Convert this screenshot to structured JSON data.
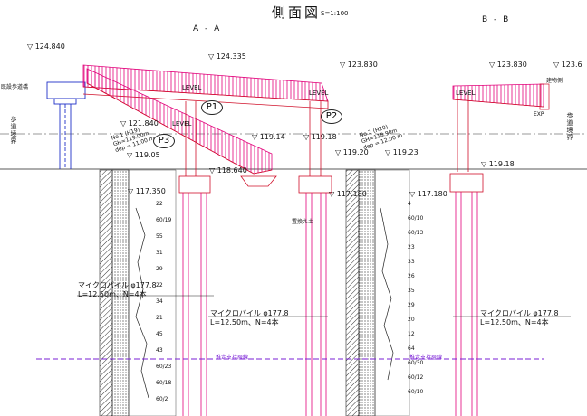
{
  "title": "側面図",
  "scale": "S=1:100",
  "sections": {
    "left": "A - A",
    "right": "B - B"
  },
  "levels": {
    "l1": "124.840",
    "l2": "124.335",
    "l3": "123.830",
    "l4": "123.830",
    "l5": "123.6",
    "l6": "121.840",
    "l7": "119.05",
    "l8": "118.640",
    "l9": "119.14",
    "l10": "119.18",
    "l11": "119.20",
    "l12": "119.23",
    "l13": "119.18",
    "l14": "117.350",
    "l15": "117.180",
    "l16": "117.180"
  },
  "level_word": "LEVEL",
  "piers": {
    "p1": "P1",
    "p2": "P2",
    "p3": "P3"
  },
  "labels": {
    "existing_walkway": "既設歩道橋",
    "building_side": "建物側",
    "exp": "EXP",
    "boundary_left": "歩道境界",
    "boundary_right": "歩道境界",
    "replacement_soil": "置換え土",
    "bearing_layer_left": "推定支持層線",
    "bearing_layer_right": "推定支持層線"
  },
  "boring": {
    "b1": [
      "No.1 (H19)",
      "GH=119.00m",
      "dep = 11.00 m"
    ],
    "b2": [
      "No.2 (H20)",
      "GH=118.90m",
      "dep = 12.00 m"
    ]
  },
  "piles": {
    "left": [
      "マイクロパイル φ177.8",
      "L=12.50m、N=4本"
    ],
    "mid": [
      "マイクロパイル φ177.8",
      "L=12.50m、N=4本"
    ],
    "right": [
      "マイクロパイル φ177.8",
      "L=12.50m、N=4本"
    ]
  },
  "nvalues_left": [
    "22",
    "60/19",
    "55",
    "31",
    "29",
    "22",
    "34",
    "21",
    "45",
    "43",
    "60/23",
    "60/18",
    "60/2"
  ],
  "nvalues_right": [
    "4",
    "60/10",
    "60/13",
    "23",
    "33",
    "26",
    "35",
    "29",
    "20",
    "12",
    "64",
    "60/30",
    "60/12",
    "60/10"
  ]
}
